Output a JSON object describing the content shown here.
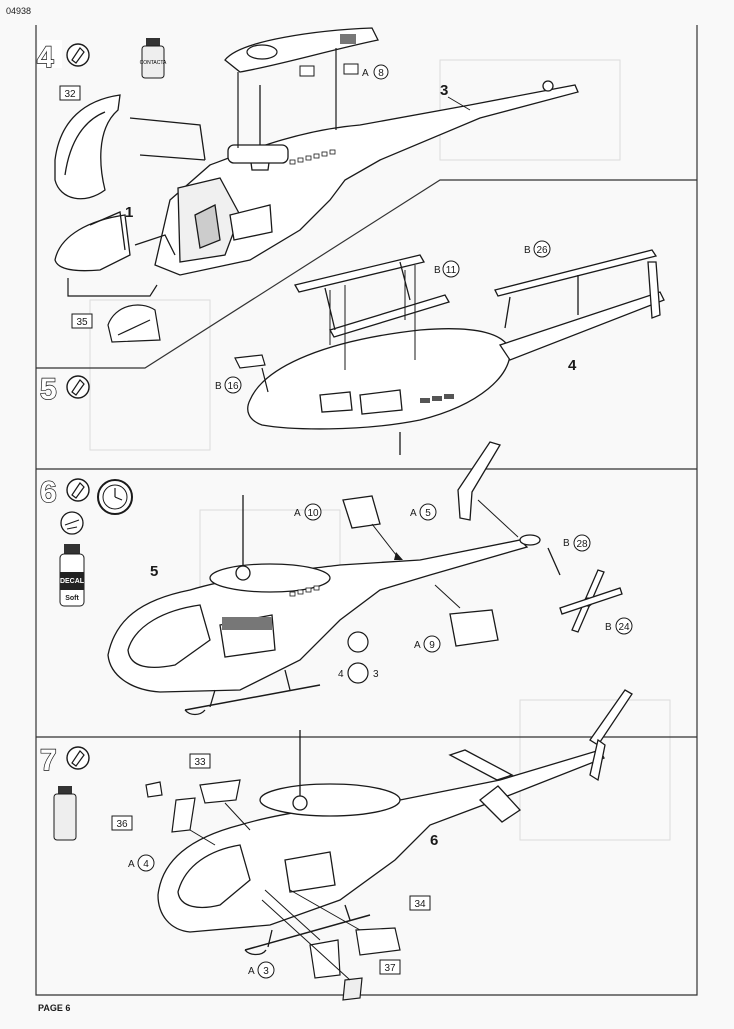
{
  "document": {
    "code": "04938",
    "page_label": "PAGE 6"
  },
  "steps": [
    {
      "number": "4"
    },
    {
      "number": "5"
    },
    {
      "number": "6"
    },
    {
      "number": "7"
    }
  ],
  "labels": {
    "step4": {
      "assembly": "3",
      "part_1": "1",
      "box_32": "32",
      "box_35": "35",
      "a8_letter": "A",
      "a8_num": "8",
      "paint_label": "CONTACTA"
    },
    "step5": {
      "assembly": "4",
      "b26_letter": "B",
      "b26_num": "26",
      "b11_letter": "B",
      "b11_num": "11",
      "b16_letter": "B",
      "b16_num": "16"
    },
    "step6": {
      "assembly": "5",
      "a10_letter": "A",
      "a10_num": "10",
      "a5_letter": "A",
      "a5_num": "5",
      "b28_letter": "B",
      "b28_num": "28",
      "b24_letter": "B",
      "b24_num": "24",
      "a9_letter": "A",
      "a9_num": "9",
      "decal_line1": "DECAL",
      "decal_line2": "Soft",
      "sub_4": "4",
      "sub_3": "3"
    },
    "step7": {
      "assembly": "6",
      "box_33": "33",
      "box_36": "36",
      "box_34": "34",
      "box_37": "37",
      "a4_letter": "A",
      "a4_num": "4",
      "a3_letter": "A",
      "a3_num": "3"
    }
  }
}
